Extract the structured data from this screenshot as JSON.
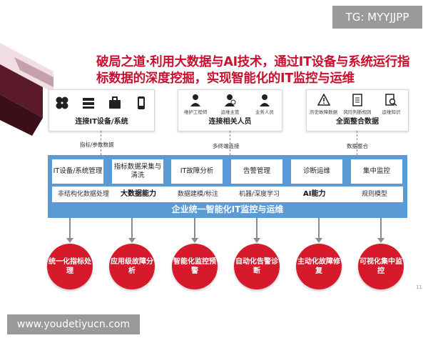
{
  "watermark_top": "TG: MYYJJPP",
  "watermark_bottom": "www.youdetiyucn.com",
  "headline": {
    "line1": "破局之道·利用大数据与AI技术，通过IT设备与系统运行指",
    "line2": "标数据的深度挖掘，实现智能化的IT监控与运维"
  },
  "top_boxes": [
    {
      "title": "连接IT设备/系统",
      "icons": [
        {
          "icon": "clover-icon",
          "caption": ""
        },
        {
          "icon": "server-stack-icon",
          "caption": ""
        },
        {
          "icon": "briefcase-icon",
          "caption": ""
        },
        {
          "icon": "mobile-device-icon",
          "caption": ""
        }
      ]
    },
    {
      "title": "连接相关人员",
      "icons": [
        {
          "icon": "engineer-icon",
          "caption": "维护工程师"
        },
        {
          "icon": "manager-icon",
          "caption": "运维主管"
        },
        {
          "icon": "business-staff-icon",
          "caption": "业务人员"
        }
      ]
    },
    {
      "title": "全面整合数据",
      "icons": [
        {
          "icon": "warning-icon",
          "caption": "历史故障数据"
        },
        {
          "icon": "document-icon",
          "caption": "风险判断规则"
        },
        {
          "icon": "knowledge-search-icon",
          "caption": "运维知识"
        }
      ]
    }
  ],
  "connectors": {
    "left": "指标/参数数据",
    "middle": "多终端连接",
    "right": "数据整合"
  },
  "platform": {
    "modules": [
      "IT设备/系统管理",
      "指标数据采集与清洗",
      "IT故障分析",
      "告警管理",
      "诊断运维",
      "集中监控"
    ],
    "row2": {
      "bigdata_item1": "非结构化数据处理",
      "bigdata_label": "大数据能力",
      "bigdata_item2": "数据建模/标注",
      "ai_item1": "机器/深度学习",
      "ai_label": "AI能力",
      "ai_item2": "规则模型"
    },
    "title": "企业统一智能化IT监控与运维"
  },
  "outcomes": [
    "统一化指标处理",
    "应用级故障分析",
    "智能化监控预警",
    "自动化告警诊断",
    "主动化故障修复",
    "可视化集中监控"
  ],
  "page_number": "11",
  "colors": {
    "headline": "#c8102e",
    "band": "#5b9bd5",
    "circle": "#d6192b"
  }
}
